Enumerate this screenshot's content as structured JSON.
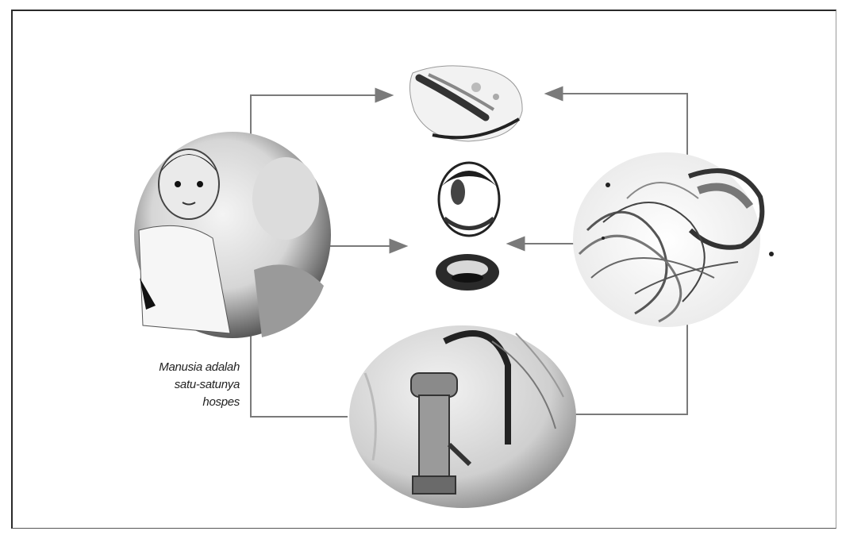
{
  "diagram": {
    "caption_lines": [
      "Manusia adalah",
      "satu-satunya",
      "hospes"
    ]
  },
  "colors": {
    "line": "#7a7a7a",
    "frame": "#2a2a2a",
    "text": "#222222"
  }
}
